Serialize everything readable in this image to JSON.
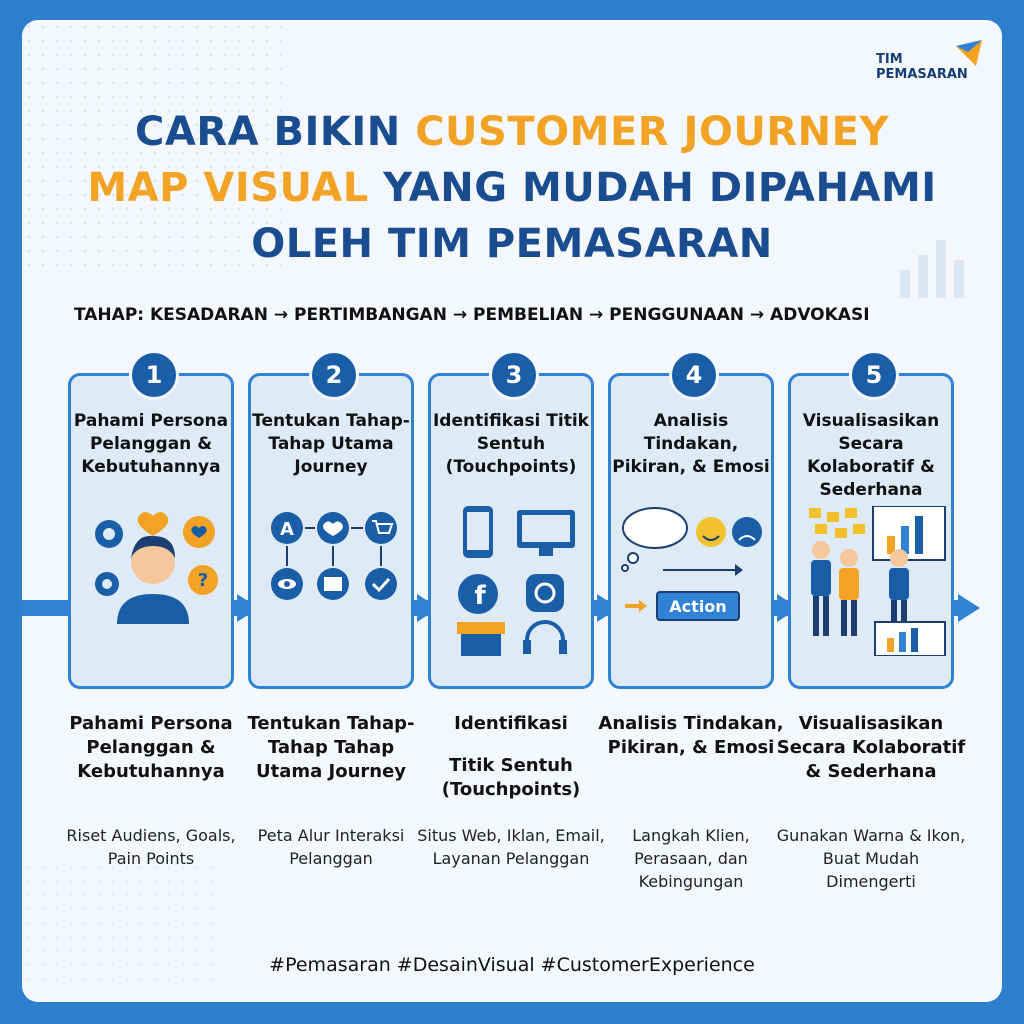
{
  "brand": {
    "logo_text_line1": "TIM",
    "logo_text_line2": "PEMASARAN"
  },
  "title": {
    "part1": "CARA BIKIN ",
    "highlight1": "CUSTOMER JOURNEY",
    "highlight2": "MAP VISUAL",
    "part2": " YANG MUDAH DIPAHAMI",
    "part3": "OLEH TIM PEMASARAN"
  },
  "stages_line": "TAHAP: KESADARAN → PERTIMBANGAN → PEMBELIAN → PENGGUNAAN → ADVOKASI",
  "colors": {
    "primary": "#1b5ea8",
    "accent": "#f2a325",
    "card_bg": "#dfeaf7",
    "card_border": "#2f82d6"
  },
  "steps": [
    {
      "number": "1",
      "card_title": "Pahami Persona Pelanggan & Kebutuhannya",
      "sub_title": "Pahami Persona Pelanggan & Kebutuhannya",
      "desc": "Riset Audiens, Goals, Pain Points",
      "icons": [
        "gear-icon",
        "heart-icon",
        "person-icon",
        "question-icon"
      ]
    },
    {
      "number": "2",
      "card_title": "Tentukan Tahap-Tahap Utama Journey",
      "sub_title": "Tentukan Tahap-Tahap Tahap Utama Journey",
      "desc": "Peta Alur Interaksi Pelanggan",
      "node_label": "A",
      "icons": [
        "flow-a-icon",
        "heart-icon",
        "cart-icon",
        "eye-icon",
        "payment-icon",
        "check-icon"
      ]
    },
    {
      "number": "3",
      "card_title": "Identifikasi Titik Sentuh (Touchpoints)",
      "sub_title_line1": "Identifikasi",
      "sub_title_line2": "Titik Sentuh (Touchpoints)",
      "desc": "Situs Web, Iklan, Email, Layanan Pelanggan",
      "icons": [
        "phone-icon",
        "monitor-icon",
        "facebook-icon",
        "instagram-icon",
        "store-icon",
        "headset-icon"
      ]
    },
    {
      "number": "4",
      "card_title": "Analisis Tindakan, Pikiran, & Emosi",
      "sub_title": "Analisis Tindakan, Pikiran, & Emosi",
      "desc": "Langkah Klien, Perasaan, dan Kebingungan",
      "action_label": "Action",
      "icons": [
        "thought-cloud-icon",
        "smile-icon",
        "sad-icon",
        "arrow-icon"
      ]
    },
    {
      "number": "5",
      "card_title": "Visualisasikan Secara Kolaboratif & Sederhana",
      "sub_title": "Visualisasikan Secara Kolaboratif & Sederhana",
      "desc": "Gunakan Warna & Ikon, Buat Mudah Dimengerti",
      "icons": [
        "team-icon",
        "sticky-notes-icon",
        "chart-board-icon"
      ]
    }
  ],
  "hashtags": "#Pemasaran #DesainVisual #CustomerExperience"
}
